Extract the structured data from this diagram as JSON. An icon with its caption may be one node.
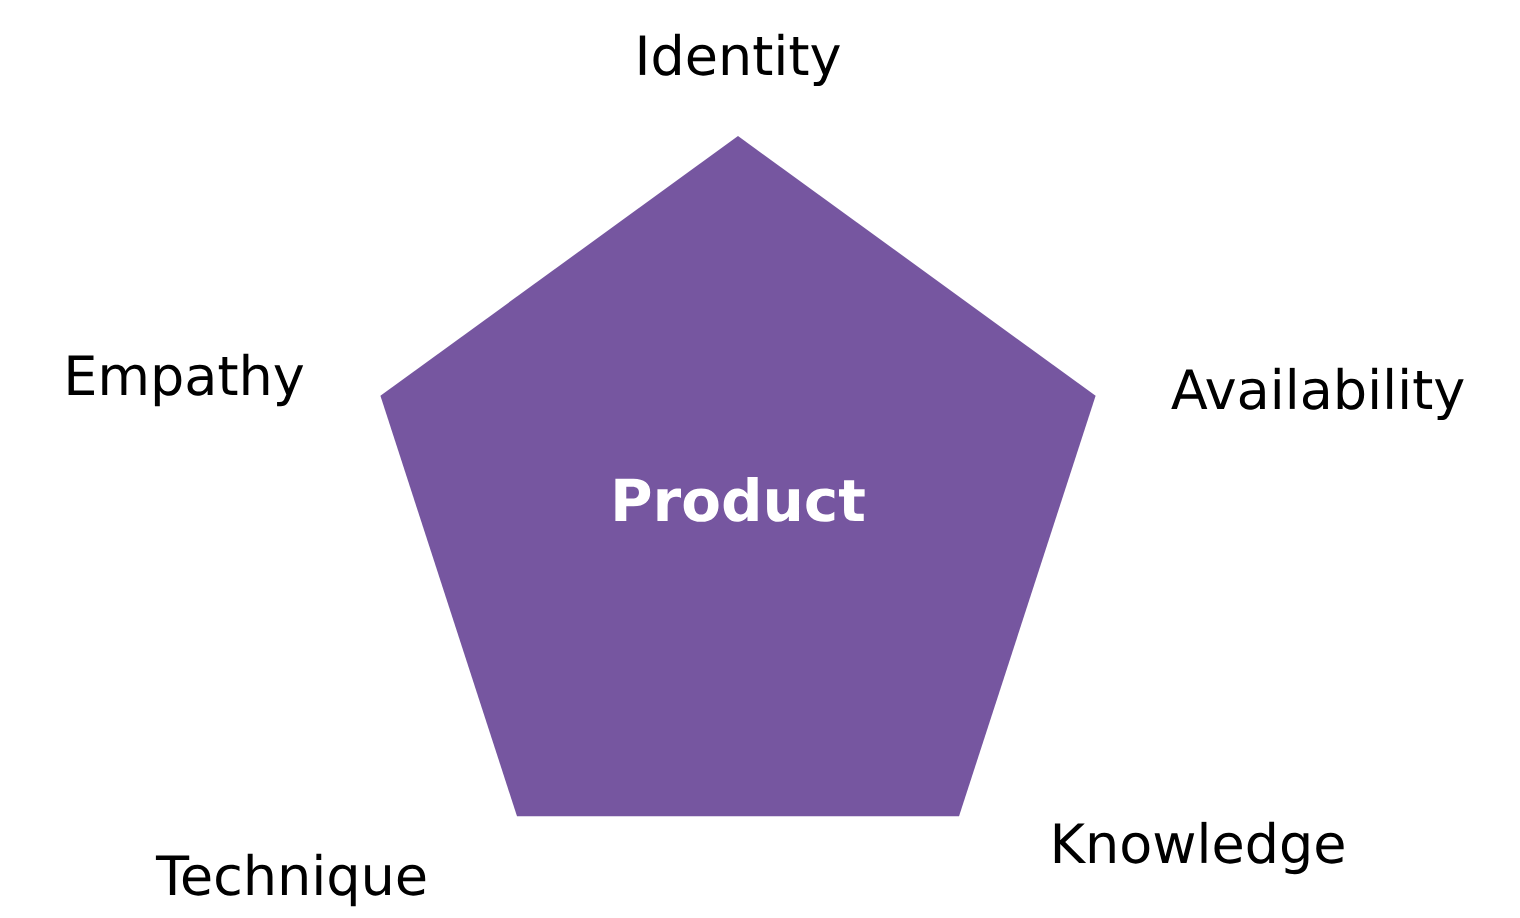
{
  "diagram": {
    "nodes": [
      {
        "text": [
          "Product"
        ]
      }
    ],
    "edges": [],
    "labels": [
      "Identity",
      "Empathy",
      "Availability",
      "Knowledge",
      "Technique"
    ]
  }
}
